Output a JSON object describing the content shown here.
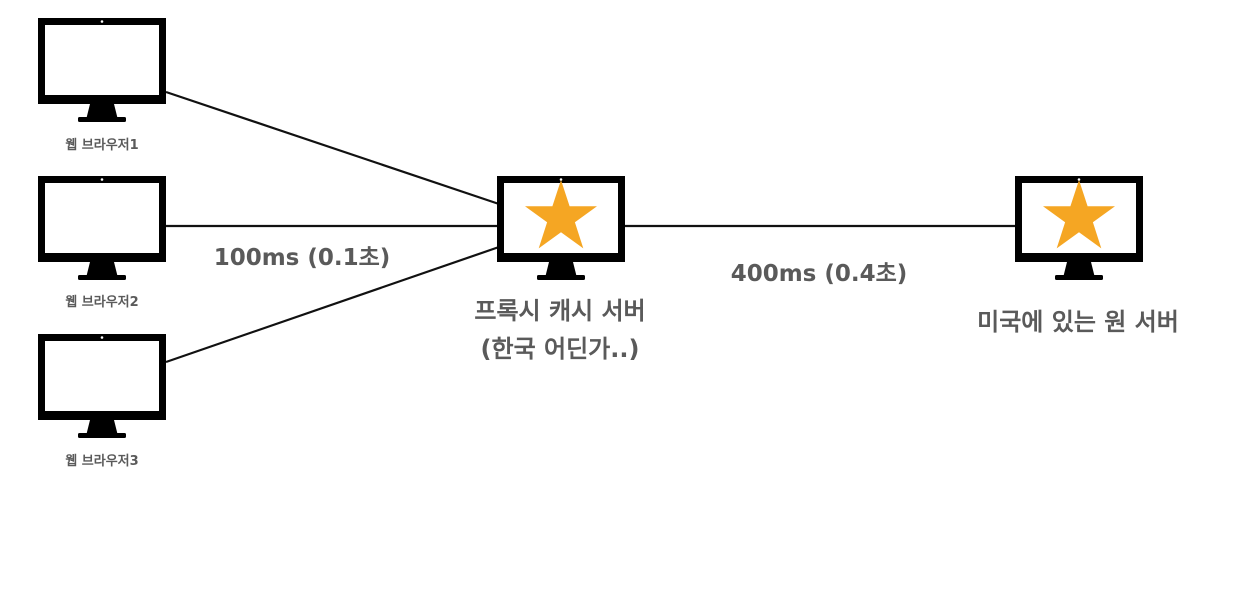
{
  "browsers": [
    {
      "label": "웹 브라우저1"
    },
    {
      "label": "웹 브라우저2"
    },
    {
      "label": "웹 브라우저3"
    }
  ],
  "proxy_server": {
    "label_line1": "프록시 캐시 서버",
    "label_line2": "(한국 어딘가..)",
    "icon": "star-icon"
  },
  "origin_server": {
    "label": "미국에 있는 원 서버",
    "icon": "star-icon"
  },
  "edges": {
    "browser_to_proxy_latency": "100ms (0.1초)",
    "proxy_to_origin_latency": "400ms (0.4초)"
  },
  "colors": {
    "monitor": "#000000",
    "star": "#F5A623",
    "label_text": "#5a5a5a"
  }
}
